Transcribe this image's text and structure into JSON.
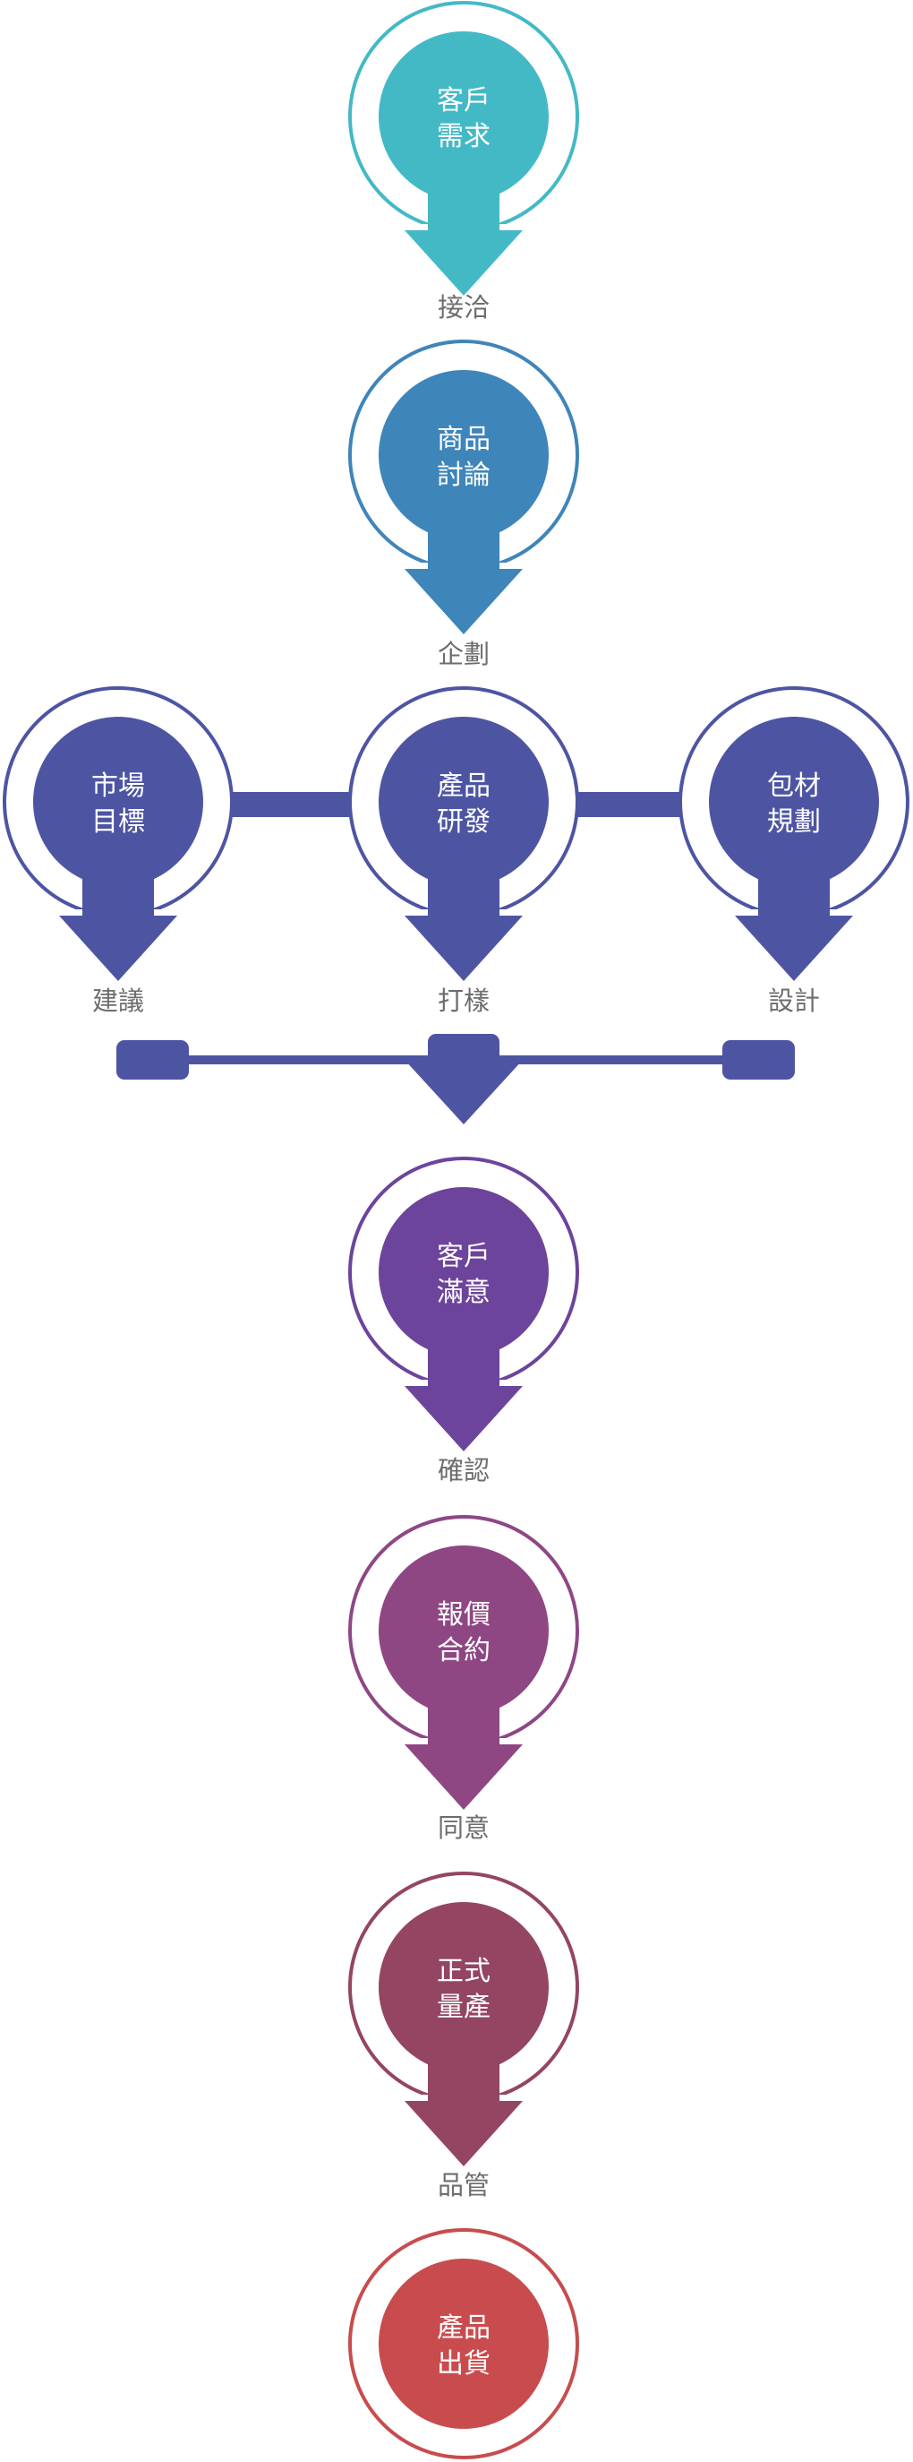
{
  "colors": {
    "teal": "#44b9c6",
    "blue": "#3e85ba",
    "indigo": "#4d55a3",
    "purple": "#6c449c",
    "magenta": "#8f4784",
    "plum": "#944562",
    "red": "#c84c4e",
    "step_text": "#6d6d6d"
  },
  "nodes": {
    "n1": {
      "line1": "客戶",
      "line2": "需求",
      "color": "teal"
    },
    "n2": {
      "line1": "商品",
      "line2": "討論",
      "color": "blue"
    },
    "n3a": {
      "line1": "市場",
      "line2": "目標",
      "color": "indigo"
    },
    "n3b": {
      "line1": "產品",
      "line2": "研發",
      "color": "indigo"
    },
    "n3c": {
      "line1": "包材",
      "line2": "規劃",
      "color": "indigo"
    },
    "n4": {
      "line1": "客戶",
      "line2": "滿意",
      "color": "purple"
    },
    "n5": {
      "line1": "報價",
      "line2": "合約",
      "color": "magenta"
    },
    "n6": {
      "line1": "正式",
      "line2": "量產",
      "color": "plum"
    },
    "n7": {
      "line1": "產品",
      "line2": "出貨",
      "color": "red"
    }
  },
  "steps": {
    "s1": "接洽",
    "s2": "企劃",
    "s3a": "建議",
    "s3b": "打樣",
    "s3c": "設計",
    "s4": "確認",
    "s5": "同意",
    "s6": "品管"
  }
}
